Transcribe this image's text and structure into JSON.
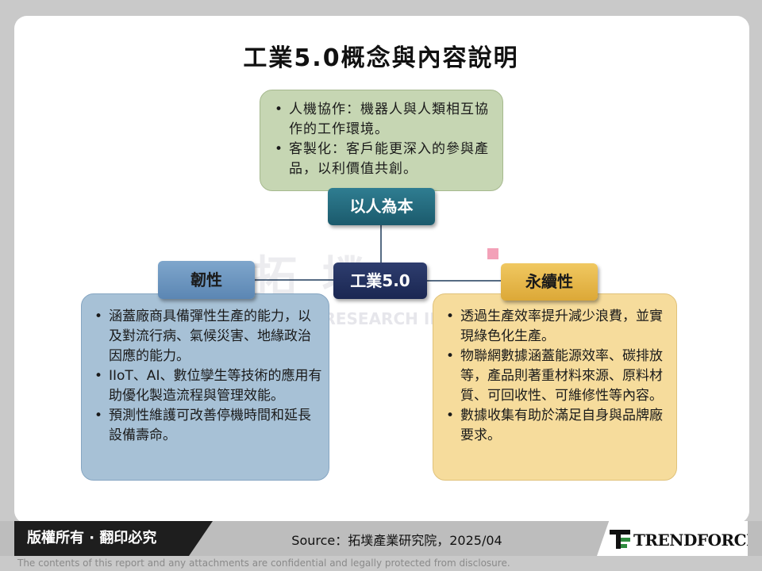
{
  "title": "工業5.0概念與內容說明",
  "watermark": {
    "zh": "拓 墣",
    "en": "Y RESEARCH IN"
  },
  "nodes": {
    "center": "工業5.0",
    "top": "以人為本",
    "left": "韌性",
    "right": "永續性"
  },
  "boxes": {
    "top": [
      "人機協作：機器人與人類相互協作的工作環境。",
      "客製化：客戶能更深入的參與產品，以利價值共創。"
    ],
    "left": [
      "涵蓋廠商具備彈性生產的能力，以及對流行病、氣候災害、地緣政治因應的能力。",
      "IIoT、AI、數位孿生等技術的應用有助優化製造流程與管理效能。",
      "預測性維護可改善停機時間和延長設備壽命。"
    ],
    "right": [
      "透過生產效率提升減少浪費，並實現綠色化生產。",
      "物聯網數據涵蓋能源效率、碳排放等，產品則著重材料來源、原料材質、可回收性、可維修性等內容。",
      "數據收集有助於滿足自身與品牌廠要求。"
    ]
  },
  "footer": {
    "copyright": "版權所有 · 翻印必究",
    "source": "Source：拓墣產業研究院，2025/04",
    "logo": "TRENDFORCE",
    "disclaimer": "The contents of this report and any attachments are confidential and legally protected from disclosure."
  },
  "colors": {
    "top_box": "#c6d6b3",
    "left_box": "#a7c1d6",
    "right_box": "#f6dc9c",
    "top_pill": "#1f6577",
    "center_pill": "#233263",
    "left_pill": "#6d96c0",
    "right_pill": "#e6b84a"
  }
}
